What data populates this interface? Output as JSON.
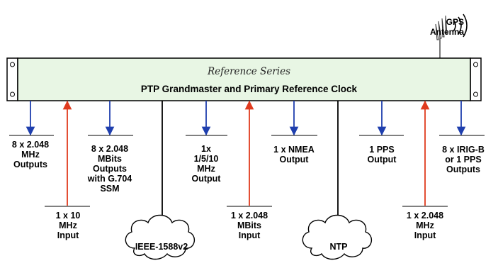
{
  "chassis": {
    "series": "Reference Series",
    "title": "PTP Grandmaster and Primary Reference Clock",
    "panel_color": "#e8f6e4"
  },
  "antenna": {
    "label": "GPS\nAntenna"
  },
  "colors": {
    "output_arrow": "#1f3fae",
    "input_arrow": "#e03a1e",
    "network_line": "#000000"
  },
  "outputs": [
    {
      "id": "out-2048mhz",
      "label": "8 x 2.048\nMHz\nOutputs"
    },
    {
      "id": "out-2048mbits",
      "label": "8 x 2.048\nMBits\nOutputs\nwith G.704\nSSM"
    },
    {
      "id": "out-1-5-10",
      "label": "1x\n1/5/10\nMHz\nOutput"
    },
    {
      "id": "out-nmea",
      "label": "1 x NMEA\nOutput"
    },
    {
      "id": "out-pps",
      "label": "1 PPS\nOutput"
    },
    {
      "id": "out-irigb",
      "label": "8 x IRIG-B\nor 1 PPS\nOutputs"
    }
  ],
  "inputs": [
    {
      "id": "in-10mhz",
      "label": "1 x 10\nMHz\nInput"
    },
    {
      "id": "in-2048mbits",
      "label": "1 x 2.048\nMBits\nInput"
    },
    {
      "id": "in-2048mhz",
      "label": "1 x 2.048\nMHz\nInput"
    }
  ],
  "networks": [
    {
      "id": "ieee",
      "label": "IEEE-1588v2"
    },
    {
      "id": "ntp",
      "label": "NTP"
    }
  ]
}
